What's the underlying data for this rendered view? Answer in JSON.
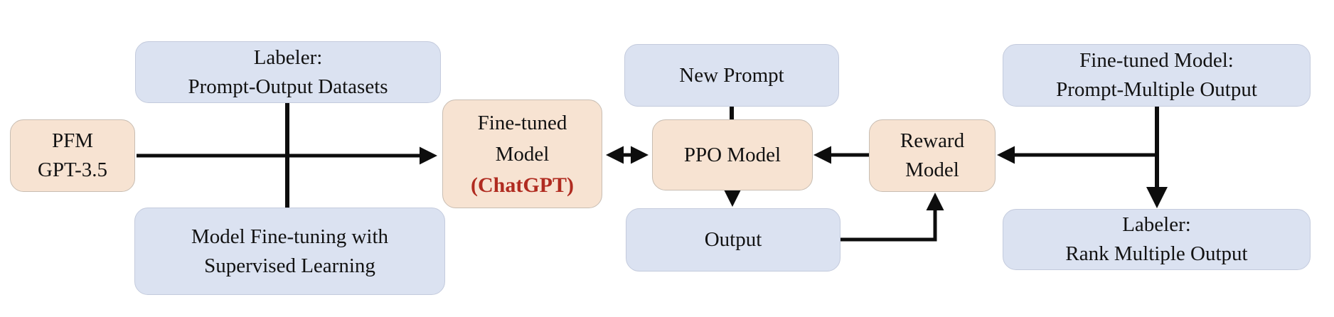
{
  "diagram": {
    "colors": {
      "background": "#ffffff",
      "model_box_fill": "#f7e3d2",
      "model_box_border": "#c8bdb2",
      "data_box_fill": "#dbe2f1",
      "data_box_border": "#c4cbdd",
      "arrow": "#0d0d0d",
      "text": "#121212",
      "chatgpt_red": "#b02b20"
    },
    "nodes": {
      "pfm": {
        "lines": [
          "PFM",
          "GPT-3.5"
        ]
      },
      "labeler_datasets": {
        "lines": [
          "Labeler:",
          "Prompt-Output Datasets"
        ]
      },
      "sft": {
        "lines": [
          "Model Fine-tuning with",
          "Supervised Learning"
        ]
      },
      "finetuned": {
        "lines": [
          "Fine-tuned",
          "Model"
        ],
        "accent_line": "(ChatGPT)"
      },
      "new_prompt": {
        "lines": [
          "New Prompt"
        ]
      },
      "ppo": {
        "lines": [
          "PPO Model"
        ]
      },
      "output": {
        "lines": [
          "Output"
        ]
      },
      "reward": {
        "lines": [
          "Reward",
          "Model"
        ]
      },
      "ft_multi": {
        "lines": [
          "Fine-tuned Model:",
          "Prompt-Multiple Output"
        ]
      },
      "labeler_rank": {
        "lines": [
          "Labeler:",
          "Rank Multiple Output"
        ]
      }
    },
    "edges": [
      {
        "from": "pfm",
        "to": "finetuned",
        "type": "arrow"
      },
      {
        "from": "labeler_datasets",
        "to": "sft",
        "type": "line"
      },
      {
        "from": "finetuned",
        "to": "ppo",
        "type": "double-arrow"
      },
      {
        "from": "new_prompt",
        "to": "ppo",
        "type": "line"
      },
      {
        "from": "ppo",
        "to": "output",
        "type": "arrow"
      },
      {
        "from": "reward",
        "to": "ppo",
        "type": "arrow"
      },
      {
        "from": "output",
        "to": "reward",
        "type": "elbow-arrow"
      },
      {
        "from": "ft_multi",
        "to": "labeler_rank",
        "type": "arrow"
      },
      {
        "from": "ft_multi",
        "to": "reward",
        "type": "arrow"
      }
    ]
  }
}
